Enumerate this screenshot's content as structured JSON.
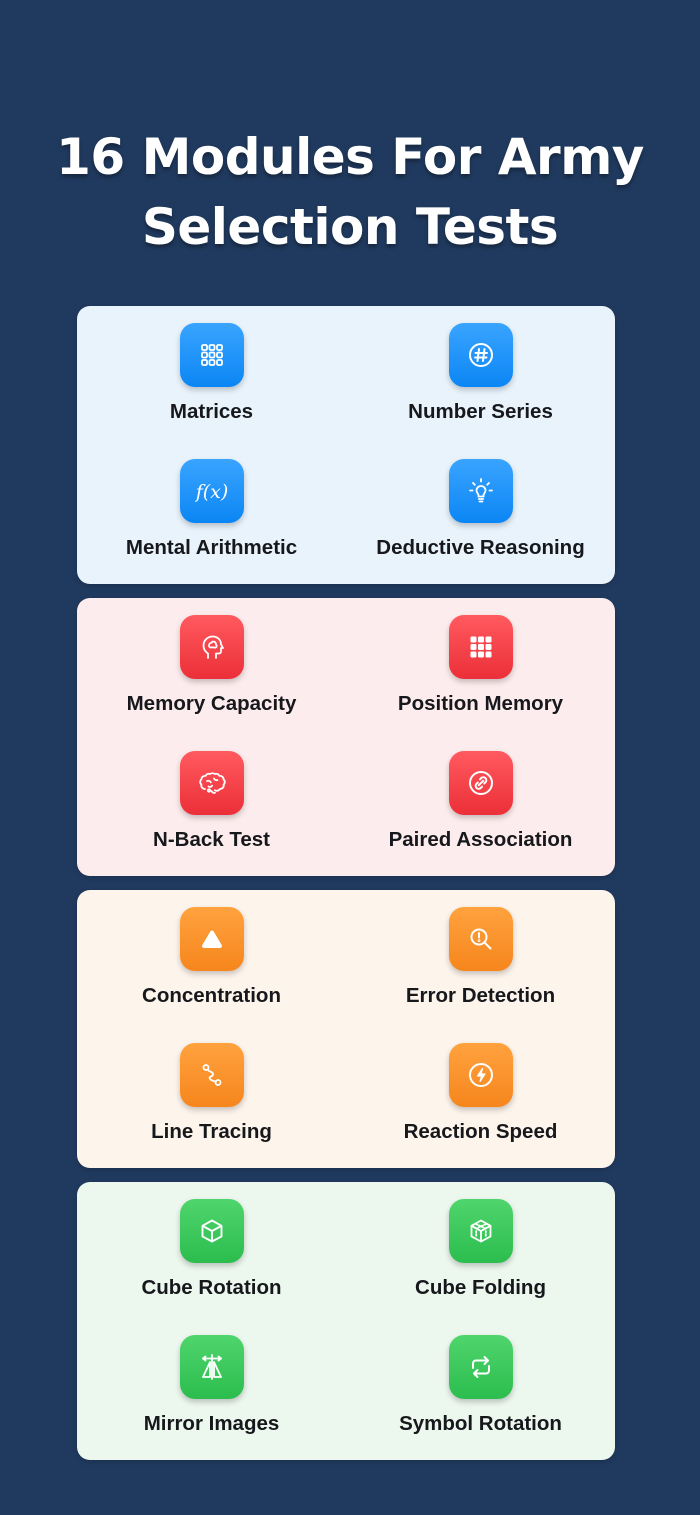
{
  "title": {
    "line1": "16 Modules For Army",
    "line2": "Selection Tests"
  },
  "groups": [
    {
      "name": "reasoning",
      "background": "#e8f3fc",
      "icon_color_top": "#3aa4ff",
      "icon_color_bottom": "#0b86f4",
      "modules": [
        {
          "label": "Matrices",
          "icon": "grid-icon"
        },
        {
          "label": "Number Series",
          "icon": "hash-icon"
        },
        {
          "label": "Mental Arithmetic",
          "icon": "function-icon"
        },
        {
          "label": "Deductive Reasoning",
          "icon": "lightbulb-icon"
        }
      ]
    },
    {
      "name": "memory",
      "background": "#fdeced",
      "icon_color_top": "#ff5a5f",
      "icon_color_bottom": "#ec2f38",
      "modules": [
        {
          "label": "Memory Capacity",
          "icon": "head-brain-icon"
        },
        {
          "label": "Position Memory",
          "icon": "square-grid-icon"
        },
        {
          "label": "N-Back Test",
          "icon": "brain-icon"
        },
        {
          "label": "Paired Association",
          "icon": "link-icon"
        }
      ]
    },
    {
      "name": "attention",
      "background": "#fdf4ec",
      "icon_color_top": "#ffa23e",
      "icon_color_bottom": "#f6861d",
      "modules": [
        {
          "label": "Concentration",
          "icon": "triangle-icon"
        },
        {
          "label": "Error Detection",
          "icon": "magnifier-alert-icon"
        },
        {
          "label": "Line Tracing",
          "icon": "path-icon"
        },
        {
          "label": "Reaction Speed",
          "icon": "bolt-icon"
        }
      ]
    },
    {
      "name": "spatial",
      "background": "#ecf7ee",
      "icon_color_top": "#4fd56d",
      "icon_color_bottom": "#2cbd4e",
      "modules": [
        {
          "label": "Cube Rotation",
          "icon": "cube-icon"
        },
        {
          "label": "Cube Folding",
          "icon": "cube-net-icon"
        },
        {
          "label": "Mirror Images",
          "icon": "mirror-icon"
        },
        {
          "label": "Symbol Rotation",
          "icon": "rotate-icon"
        }
      ]
    }
  ]
}
